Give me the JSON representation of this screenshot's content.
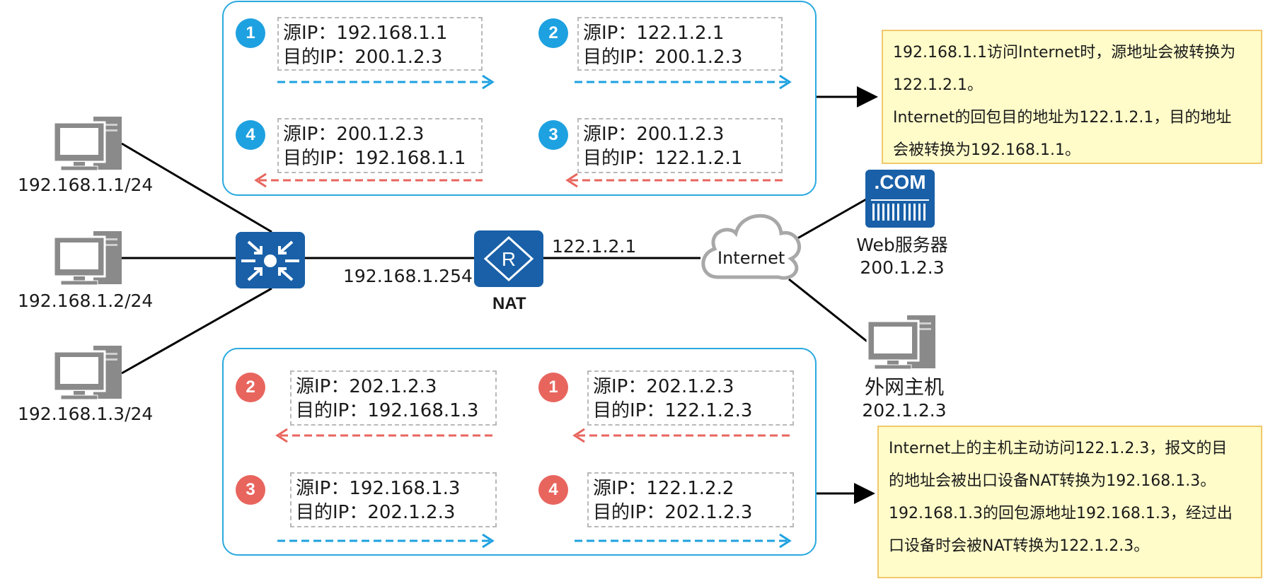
{
  "hosts": [
    {
      "ip_label": "192.168.1.1/24"
    },
    {
      "ip_label": "192.168.1.2/24"
    },
    {
      "ip_label": "192.168.1.3/24"
    }
  ],
  "switch": {
    "icon": "switch-icon"
  },
  "router": {
    "label": "NAT",
    "lan_ip": "192.168.1.254",
    "wan_ip": "122.1.2.1",
    "icon": "router-icon"
  },
  "cloud": {
    "label": "Internet"
  },
  "web_server": {
    "badge": ".COM",
    "name": "Web服务器",
    "ip": "200.1.2.3"
  },
  "external_host": {
    "name": "外网主机",
    "ip": "202.1.2.3"
  },
  "colors": {
    "blue": "#1ea1e0",
    "red": "#e8655e",
    "box_border": "#2aa9df",
    "note_bg": "#fffcc9",
    "device_blue": "#1960a8"
  },
  "top_flow": {
    "packets": [
      {
        "step": "1",
        "src": "源IP：192.168.1.1",
        "dst": "目的IP：200.1.2.3",
        "direction": "right"
      },
      {
        "step": "2",
        "src": "源IP：122.1.2.1",
        "dst": "目的IP：200.1.2.3",
        "direction": "right"
      },
      {
        "step": "4",
        "src": "源IP：200.1.2.3",
        "dst": "目的IP：192.168.1.1",
        "direction": "left"
      },
      {
        "step": "3",
        "src": "源IP：200.1.2.3",
        "dst": "目的IP：122.1.2.1",
        "direction": "left"
      }
    ],
    "note": [
      "192.168.1.1访问Internet时，源地址会被转换为",
      "122.1.2.1。",
      "Internet的回包目的地址为122.1.2.1，目的地址",
      "会被转换为192.168.1.1。"
    ]
  },
  "bottom_flow": {
    "packets": [
      {
        "step": "2",
        "src": "源IP：202.1.2.3",
        "dst": "目的IP：192.168.1.3",
        "direction": "left"
      },
      {
        "step": "1",
        "src": "源IP：202.1.2.3",
        "dst": "目的IP：122.1.2.3",
        "direction": "left"
      },
      {
        "step": "3",
        "src": "源IP：192.168.1.3",
        "dst": "目的IP：202.1.2.3",
        "direction": "right"
      },
      {
        "step": "4",
        "src": "源IP：122.1.2.2",
        "dst": "目的IP：202.1.2.3",
        "direction": "right"
      }
    ],
    "note": [
      "Internet上的主机主动访问122.1.2.3，报文的目",
      "的地址会被出口设备NAT转换为192.168.1.3。",
      "192.168.1.3的回包源地址192.168.1.3，经过出",
      "口设备时会被NAT转换为122.1.2.3。"
    ]
  }
}
